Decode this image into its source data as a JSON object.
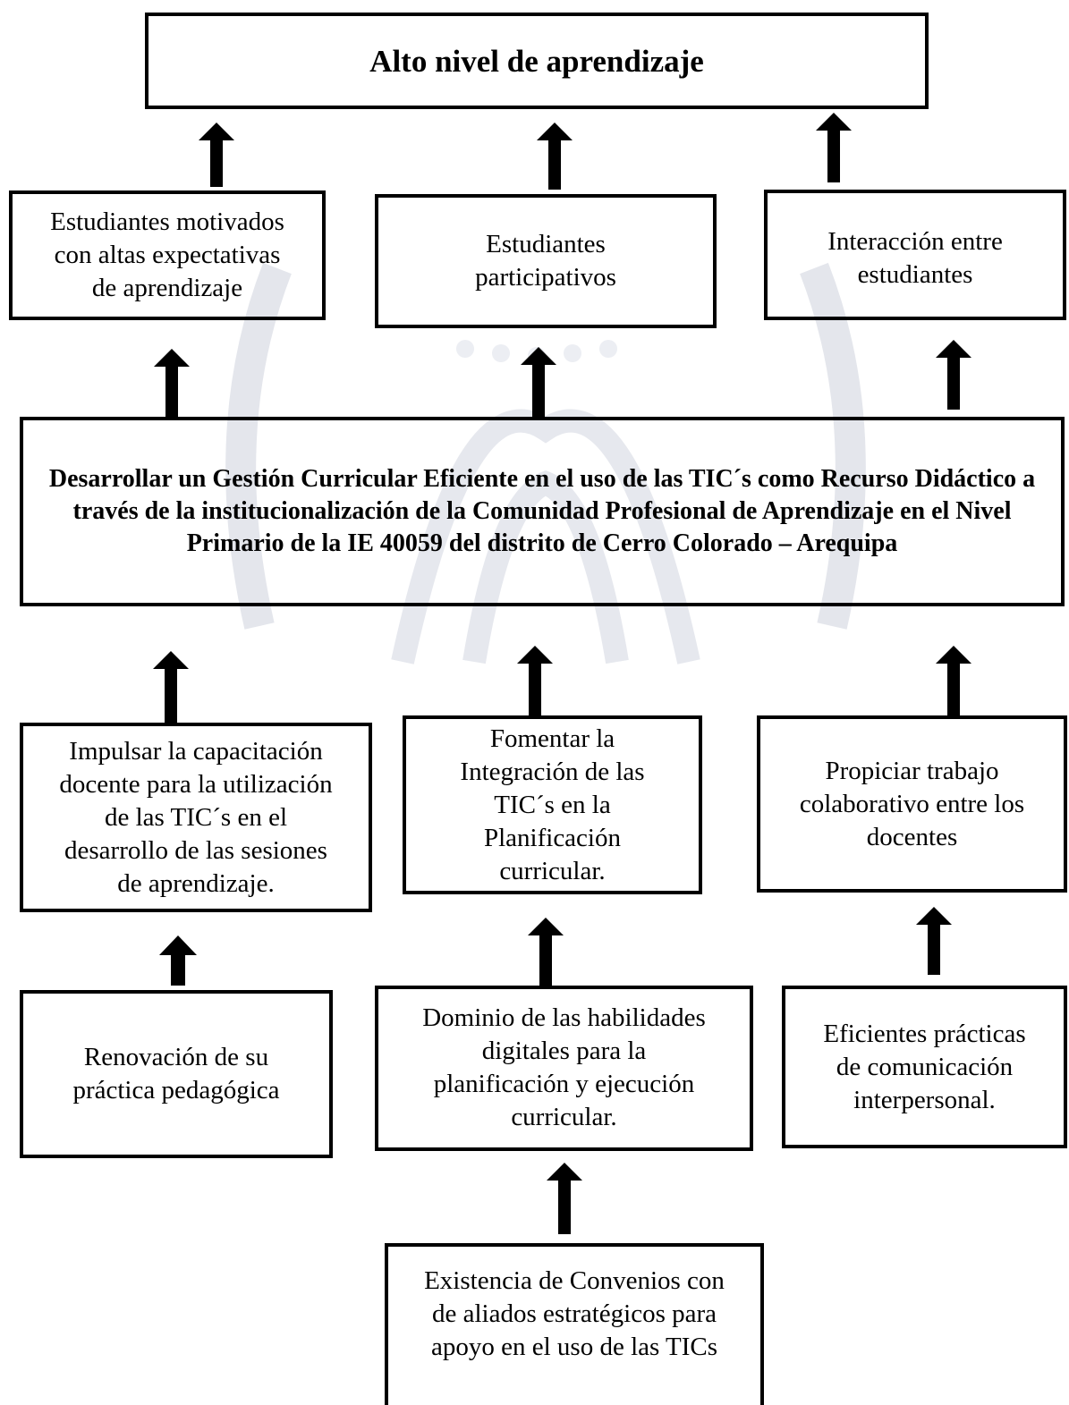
{
  "diagram": {
    "title": "Alto  nivel de aprendizaje",
    "ends": {
      "left": "Estudiantes motivados\ncon altas expectativas\nde aprendizaje",
      "middle": "Estudiantes\nparticipativos",
      "right": "Interacción entre\nestudiantes"
    },
    "central_objective": "Desarrollar un Gestión Curricular Eficiente en el uso de las TIC´s como Recurso Didáctico a través de la institucionalización de la Comunidad Profesional de Aprendizaje en el Nivel Primario de la IE 40059 del distrito de Cerro Colorado – Arequipa",
    "means": {
      "left": "Impulsar la capacitación\ndocente para la utilización\nde las TIC´s en el\ndesarrollo de las sesiones\nde aprendizaje.",
      "middle": "Fomentar la\nIntegración  de las\nTIC´s en la\nPlanificación\ncurricular.",
      "right": "Propiciar  trabajo\ncolaborativo entre los\ndocentes"
    },
    "submeans": {
      "left": "Renovación de su\npráctica pedagógica",
      "middle": "Dominio de las habilidades\ndigitales para la\nplanificación y ejecución\ncurricular.",
      "right": "Eficientes prácticas\nde comunicación\ninterpersonal."
    },
    "bottom": "Existencia de Convenios con\nde aliados estratégicos para\napoyo  en el uso de las TICs"
  },
  "watermark": {
    "color": "#c9cdd8"
  }
}
